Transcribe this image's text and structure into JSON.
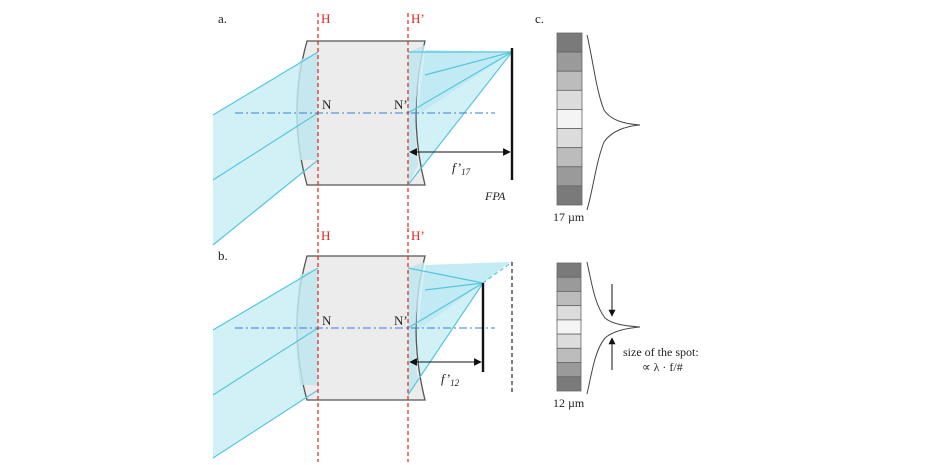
{
  "panels": {
    "a": "a.",
    "b": "b.",
    "c": "c."
  },
  "principal_planes": {
    "front": "H",
    "rear": "H’"
  },
  "nodal_points": {
    "front": "N",
    "rear": "N’"
  },
  "focal_lengths": {
    "f17": "f’",
    "f17_sub": "17",
    "f12": "f’",
    "f12_sub": "12"
  },
  "detector_label": "FPA",
  "pixel_pitches": {
    "p17": "17 µm",
    "p12": "12 µm"
  },
  "spot_note": {
    "line1": "size of the spot:",
    "line2": "∝ λ · f/#"
  },
  "colors": {
    "beam": "#6fd3e6",
    "lens": "#ececec",
    "principal_plane": "#e0241b",
    "axis": "#3a7fd6"
  },
  "pixel_shades_17": [
    "#7a7a7a",
    "#9a9a9a",
    "#bcbcbc",
    "#dcdcdc",
    "#f4f4f4",
    "#dcdcdc",
    "#bcbcbc",
    "#9a9a9a",
    "#7a7a7a"
  ],
  "pixel_shades_12": [
    "#7a7a7a",
    "#9a9a9a",
    "#bcbcbc",
    "#dcdcdc",
    "#f4f4f4",
    "#dcdcdc",
    "#bcbcbc",
    "#9a9a9a",
    "#7a7a7a"
  ]
}
